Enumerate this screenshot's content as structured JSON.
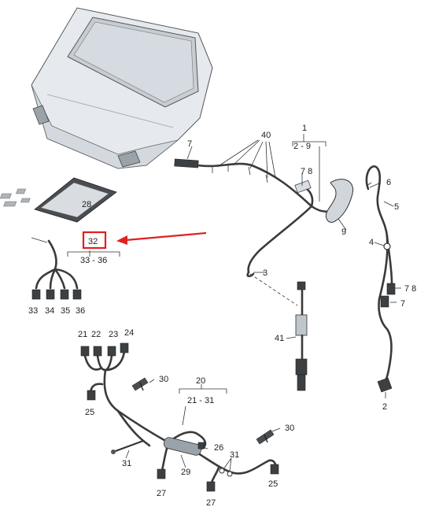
{
  "colors": {
    "highlight": "#e02020",
    "arrow": "#e02020",
    "ink": "#222222",
    "panel": "#e6eaee"
  },
  "labels": {
    "l1": "1",
    "l1_range": "2 - 9",
    "l2": "2",
    "l3": "3",
    "l4": "4",
    "l5": "5",
    "l6": "6",
    "l7a": "7",
    "l7b": "7",
    "l78a": "7 8",
    "l78b": "7 8",
    "l9": "9",
    "l20": "20",
    "l20_range": "21 - 31",
    "l21": "21",
    "l22": "22",
    "l23": "23",
    "l24": "24",
    "l25a": "25",
    "l25b": "25",
    "l26": "26",
    "l27a": "27",
    "l27b": "27",
    "l28": "28",
    "l29": "29",
    "l30a": "30",
    "l30b": "30",
    "l31a": "31",
    "l31b": "31",
    "l32": "32",
    "l32_range": "33 - 36",
    "l33": "33",
    "l34": "34",
    "l35": "35",
    "l36": "36",
    "l40": "40",
    "l41": "41"
  }
}
